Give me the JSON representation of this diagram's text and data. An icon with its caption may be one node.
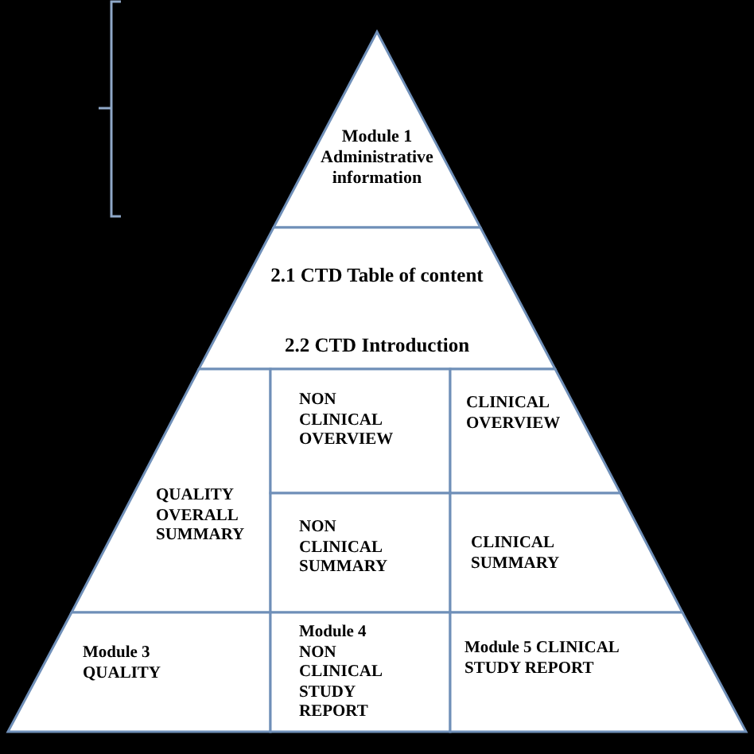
{
  "diagram": {
    "nodes": [
      {
        "text": [
          "Module 1 Administrative information"
        ]
      },
      {
        "text": [
          "2.1 CTD Table of content",
          "2.2 CTD Introduction"
        ]
      },
      {
        "text": [
          "QUALITY OVERALL SUMMARY"
        ]
      },
      {
        "text": [
          "NON CLINICAL OVERVIEW"
        ]
      },
      {
        "text": [
          "CLINICAL OVERVIEW"
        ]
      },
      {
        "text": [
          "NON CLINICAL SUMMARY"
        ]
      },
      {
        "text": [
          "CLINICAL SUMMARY"
        ]
      },
      {
        "text": [
          "Module 3 QUALITY"
        ]
      },
      {
        "text": [
          "Module 4 NON CLINICAL STUDY REPORT"
        ]
      },
      {
        "text": [
          "Module 5 CLINICAL STUDY REPORT"
        ]
      }
    ]
  }
}
